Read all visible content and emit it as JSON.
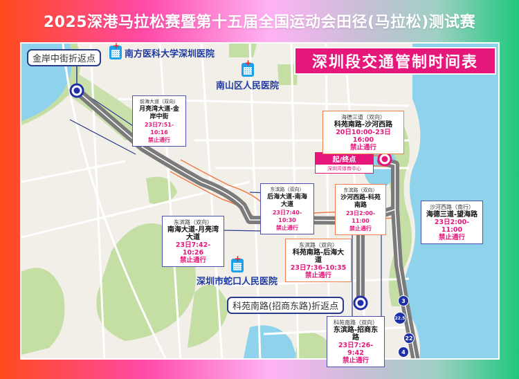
{
  "title": "2025深港马拉松赛暨第十五届全国运动会田径(马拉松)测试赛",
  "header_tag": "深圳段交通管制时间表",
  "colors": {
    "accent_pink": "#e6177a",
    "route_blue": "#1e2fa8",
    "control_orange": "#ef7d4a",
    "water": "#8fd2ec",
    "park_green": "#c4dea4",
    "land": "#f2efe9"
  },
  "turnaround_points": [
    {
      "label": "金岸中街折返点"
    },
    {
      "label": "科苑南路(招商东路)折返点"
    }
  ],
  "hospitals": [
    {
      "name": "南方医科大学深圳医院"
    },
    {
      "name": "南山区人民医院"
    },
    {
      "name": "深圳市蛇口人民医院"
    }
  ],
  "start_finish": {
    "label": "起/终点",
    "venue": "深圳湾体育中心"
  },
  "controls": [
    {
      "direction": "前海大道（双向）",
      "section": "月亮湾大道-金岸中街",
      "time": "23日7:51-10:16",
      "status": "禁止通行"
    },
    {
      "direction": "海德三道（双向）",
      "section": "科苑南路-沙河西路",
      "time": "20日10:00-23日16:00",
      "status": "禁止通行"
    },
    {
      "direction": "东滨路（双向）",
      "section": "后海大道-南海大道",
      "time": "23日7:40-10:30",
      "status": "禁止通行"
    },
    {
      "direction": "东滨路（双向）",
      "section": "沙河西路-科苑南路",
      "time": "23日2:00-11:00",
      "status": "禁止通行"
    },
    {
      "direction": "沙河西路（南行）",
      "section": "海德三道-望海路",
      "time": "23日2:00-11:00",
      "status": "禁止通行"
    },
    {
      "direction": "东滨路（双向）",
      "section": "南海大道-月亮湾大道",
      "time": "23日7:42-10:26",
      "status": "禁止通行"
    },
    {
      "direction": "东滨路（双向）",
      "section": "科苑南路-后海大道",
      "time": "23日7:36-10:35",
      "status": "禁止通行"
    },
    {
      "direction": "科苑南路（双向）",
      "section": "东滨路-招商东路",
      "time": "23日7:26-9:42",
      "status": "禁止通行"
    }
  ],
  "km_markers": [
    "3",
    "22.5",
    "22",
    "4"
  ]
}
